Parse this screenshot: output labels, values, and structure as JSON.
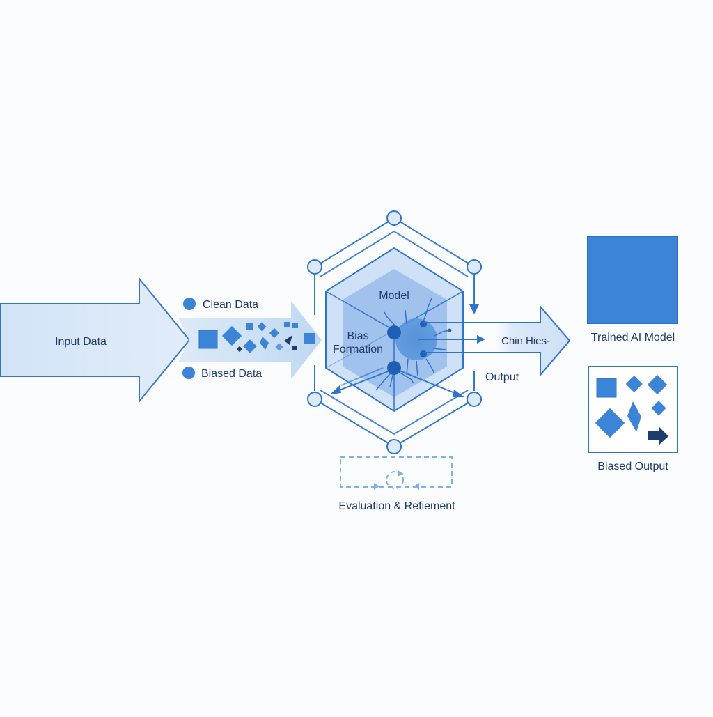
{
  "diagram": {
    "input": {
      "label": "Input Data"
    },
    "legend": {
      "items": [
        {
          "label": "Clean Data",
          "icon": "circle-dot"
        },
        {
          "label": "Biased Data",
          "icon": "circle-dot"
        }
      ]
    },
    "model": {
      "label": "Model",
      "sublabel_line1": "Bias",
      "sublabel_line2": "Formation"
    },
    "output_arrow": {
      "label": "Chin Hies-"
    },
    "output": {
      "label": "Output"
    },
    "trained": {
      "label": "Trained AI Model"
    },
    "biased_output": {
      "label": "Biased Output"
    },
    "evaluation": {
      "label": "Evaluation & Refiement"
    }
  },
  "colors": {
    "primary": "#3b84d6",
    "line": "#2f74cc",
    "dark": "#1f3a66",
    "navy": "#1c3d6e",
    "fill_light": "#d6e6f8",
    "node_fill": "#dce9f9"
  }
}
